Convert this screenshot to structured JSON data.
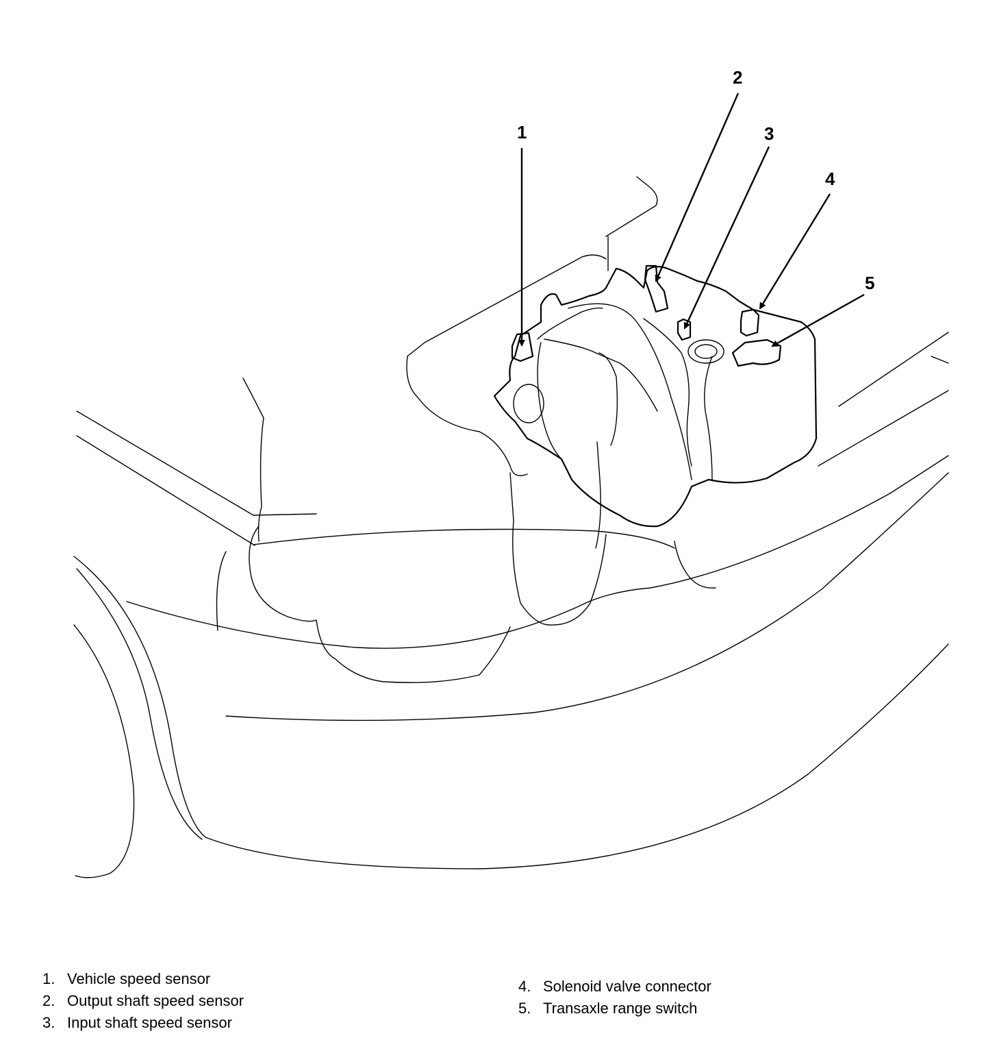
{
  "callouts": [
    "1",
    "2",
    "3",
    "4",
    "5"
  ],
  "legend": {
    "left": [
      {
        "num": "1.",
        "text": "Vehicle speed sensor"
      },
      {
        "num": "2.",
        "text": "Output shaft speed sensor"
      },
      {
        "num": "3.",
        "text": "Input shaft speed sensor"
      }
    ],
    "right": [
      {
        "num": "4.",
        "text": "Solenoid valve connector"
      },
      {
        "num": "5.",
        "text": "Transaxle range switch"
      }
    ]
  }
}
